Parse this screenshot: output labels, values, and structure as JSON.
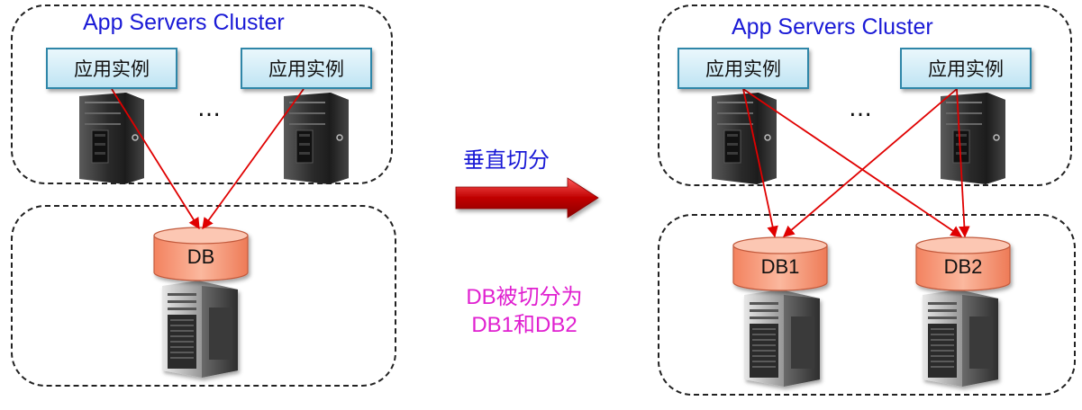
{
  "left": {
    "cluster_title": "App Servers Cluster",
    "app_instance_1": "应用实例",
    "app_instance_2": "应用实例",
    "ellipsis": "…",
    "db_label": "DB"
  },
  "middle": {
    "split_label": "垂直切分",
    "db_note_line1": "DB被切分为",
    "db_note_line2": "DB1和DB2"
  },
  "right": {
    "cluster_title": "App Servers Cluster",
    "app_instance_1": "应用实例",
    "app_instance_2": "应用实例",
    "ellipsis": "…",
    "db1_label": "DB1",
    "db2_label": "DB2"
  },
  "colors": {
    "title_blue": "#1a1ad6",
    "note_magenta": "#e020d0",
    "arrow_red": "#e00000",
    "db_fill": "#f59b7a"
  },
  "icons": [
    "rack-server-icon",
    "tower-server-icon",
    "database-cylinder-icon",
    "right-arrow-icon"
  ]
}
